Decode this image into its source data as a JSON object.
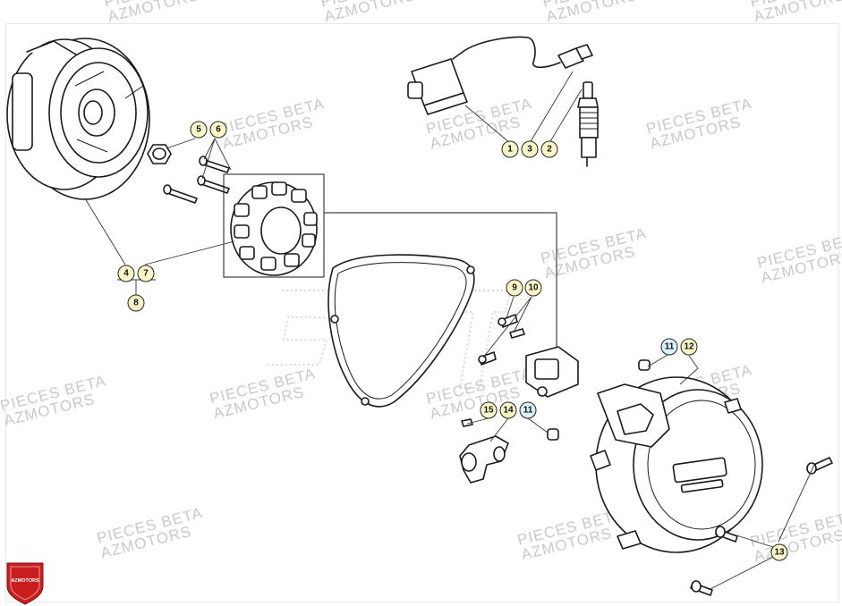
{
  "watermark": {
    "line1": "PIECES BETA",
    "line2": "AZMOTORS"
  },
  "logo": {
    "text": "AZMOTORS",
    "color": "#c81e1e"
  },
  "callout_colors": {
    "yellow": "#fbf7c6",
    "blue": "#d9f1fb"
  },
  "callouts": [
    {
      "id": "c1",
      "label": "1",
      "color": "yellow"
    },
    {
      "id": "c3",
      "label": "3",
      "color": "yellow"
    },
    {
      "id": "c2",
      "label": "2",
      "color": "yellow"
    },
    {
      "id": "c5",
      "label": "5",
      "color": "yellow"
    },
    {
      "id": "c6",
      "label": "6",
      "color": "yellow"
    },
    {
      "id": "c4",
      "label": "4",
      "color": "yellow"
    },
    {
      "id": "c7",
      "label": "7",
      "color": "yellow"
    },
    {
      "id": "c8",
      "label": "8",
      "color": "yellow"
    },
    {
      "id": "c9",
      "label": "9",
      "color": "yellow"
    },
    {
      "id": "c10",
      "label": "10",
      "color": "yellow"
    },
    {
      "id": "c11a",
      "label": "11",
      "color": "blue"
    },
    {
      "id": "c12",
      "label": "12",
      "color": "yellow"
    },
    {
      "id": "c15",
      "label": "15",
      "color": "yellow"
    },
    {
      "id": "c14",
      "label": "14",
      "color": "yellow"
    },
    {
      "id": "c11b",
      "label": "11",
      "color": "blue"
    },
    {
      "id": "c13",
      "label": "13",
      "color": "yellow"
    }
  ]
}
